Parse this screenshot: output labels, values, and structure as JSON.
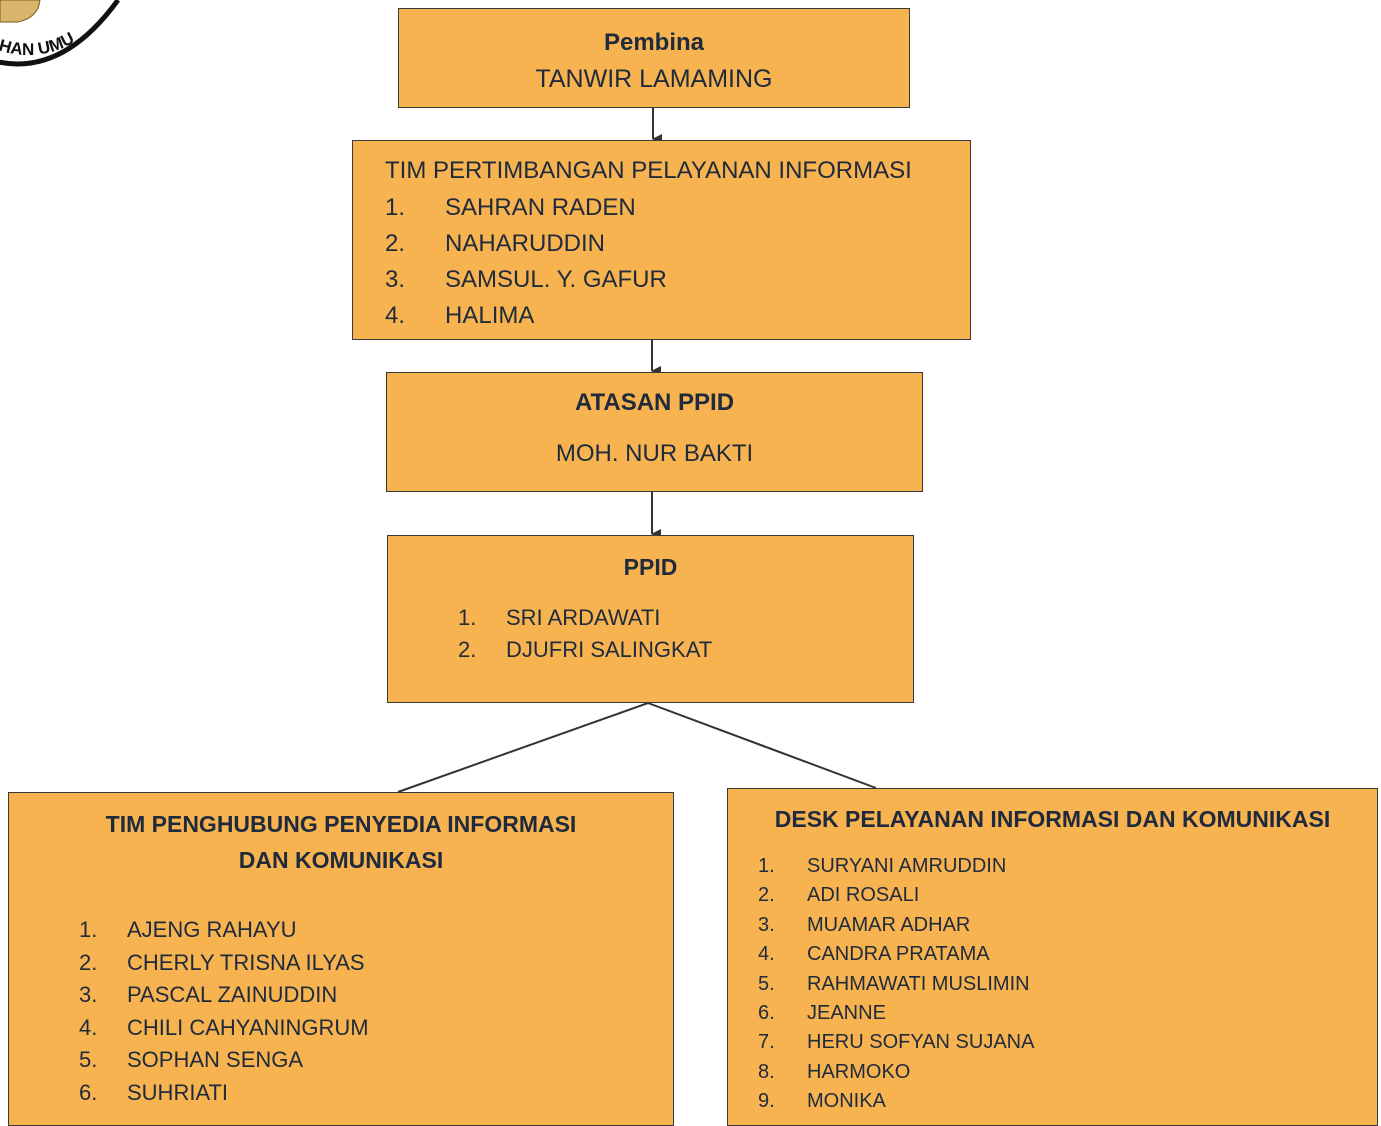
{
  "logo": {
    "text": "HAN UMU"
  },
  "pembina": {
    "title": "Pembina",
    "name": "TANWIR LAMAMING"
  },
  "tim_pertimbangan": {
    "title": "TIM PERTIMBANGAN PELAYANAN INFORMASI",
    "members": [
      {
        "num": "1.",
        "name": "SAHRAN RADEN"
      },
      {
        "num": "2.",
        "name": "NAHARUDDIN"
      },
      {
        "num": "3.",
        "name": "SAMSUL. Y. GAFUR"
      },
      {
        "num": "4.",
        "name": "HALIMA"
      }
    ]
  },
  "atasan_ppid": {
    "title": "ATASAN PPID",
    "name": "MOH. NUR BAKTI"
  },
  "ppid": {
    "title": "PPID",
    "members": [
      {
        "num": "1.",
        "name": "SRI ARDAWATI"
      },
      {
        "num": "2.",
        "name": "DJUFRI SALINGKAT"
      }
    ]
  },
  "tim_penghubung": {
    "title_line1": "TIM PENGHUBUNG PENYEDIA INFORMASI",
    "title_line2": "DAN KOMUNIKASI",
    "members": [
      {
        "num": "1.",
        "name": "AJENG RAHAYU"
      },
      {
        "num": "2.",
        "name": "CHERLY TRISNA ILYAS"
      },
      {
        "num": "3.",
        "name": "PASCAL ZAINUDDIN"
      },
      {
        "num": "4.",
        "name": "CHILI CAHYANINGRUM"
      },
      {
        "num": "5.",
        "name": "SOPHAN SENGA"
      },
      {
        "num": "6.",
        "name": "SUHRIATI"
      }
    ]
  },
  "desk_pelayanan": {
    "title": "DESK PELAYANAN INFORMASI DAN KOMUNIKASI",
    "members": [
      {
        "num": "1.",
        "name": "SURYANI AMRUDDIN"
      },
      {
        "num": "2.",
        "name": "ADI ROSALI"
      },
      {
        "num": "3.",
        "name": "MUAMAR ADHAR"
      },
      {
        "num": "4.",
        "name": "CANDRA PRATAMA"
      },
      {
        "num": "5.",
        "name": "RAHMAWATI MUSLIMIN"
      },
      {
        "num": "6.",
        "name": "JEANNE"
      },
      {
        "num": "7.",
        "name": "HERU SOFYAN SUJANA"
      },
      {
        "num": "8.",
        "name": "HARMOKO"
      },
      {
        "num": "9.",
        "name": "MONIKA"
      }
    ]
  },
  "colors": {
    "box_fill": "#f6b34f",
    "box_border": "#3a3a3a",
    "text": "#1f2a3c",
    "connector": "#333333"
  }
}
